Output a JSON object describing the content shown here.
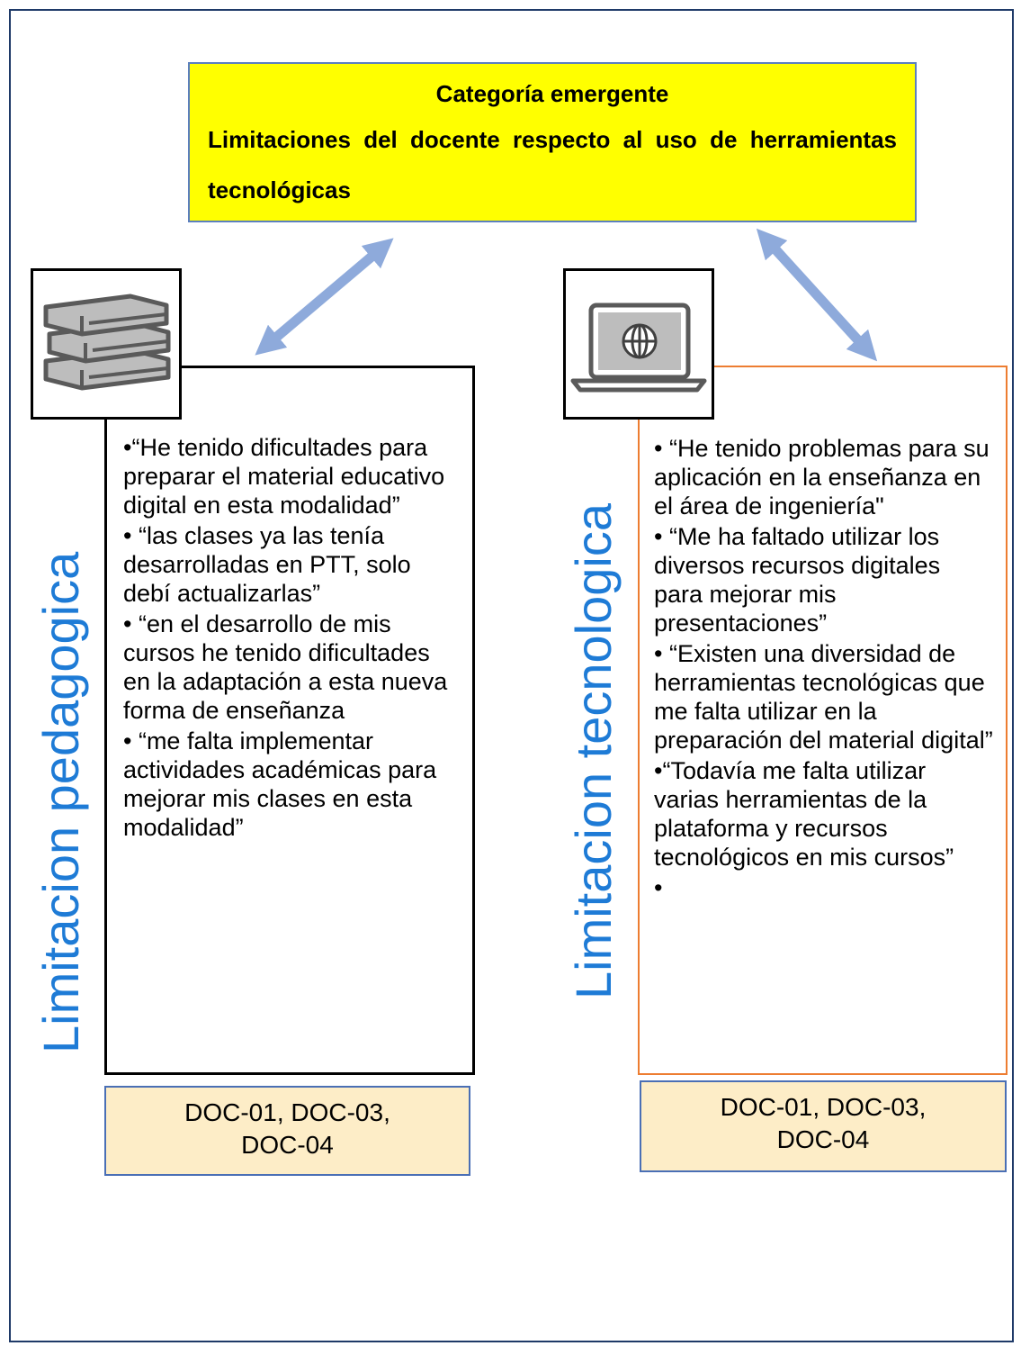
{
  "category": {
    "label": "Categoría emergente",
    "title": "Limitaciones del docente respecto al uso de herramientas tecnológicas"
  },
  "left": {
    "vertical_label": "Limitacion pedagogica",
    "icon": "books-icon",
    "quotes": [
      "•“He tenido dificultades para preparar el material educativo digital en esta modalidad”",
      "• “las clases ya las tenía desarrolladas en PTT, solo debí actualizarlas”",
      "• “en el desarrollo de mis cursos he tenido dificultades en la adaptación a esta nueva forma de enseñanza",
      "• “me falta implementar actividades académicas para mejorar mis clases en esta modalidad”"
    ],
    "sources": "DOC-01, DOC-03, DOC-04"
  },
  "right": {
    "vertical_label": "Limitacion tecnologica",
    "icon": "laptop-globe-icon",
    "quotes": [
      "• “He tenido problemas para su aplicación en la enseñanza en el área de ingeniería\"",
      "• “Me ha faltado utilizar los diversos recursos digitales para mejorar mis presentaciones”",
      "• “Existen una diversidad de herramientas tecnológicas que me falta utilizar en la preparación del material digital”",
      "•“Todavía me falta utilizar varias herramientas de la plataforma y recursos tecnológicos en mis cursos”",
      "•"
    ],
    "sources": "DOC-01, DOC-03, DOC-04"
  },
  "colors": {
    "category_fill": "#ffff00",
    "label_blue": "#1e7bd6",
    "arrow": "#8eaadb",
    "right_border": "#ed7d31",
    "sources_fill": "#fdedc7"
  }
}
